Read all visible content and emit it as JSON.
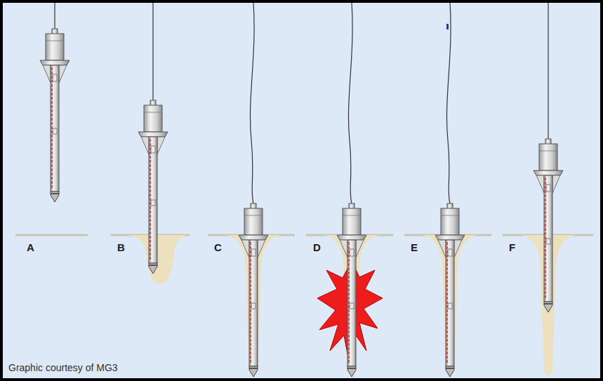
{
  "diagram": {
    "labels": [
      "A",
      "B",
      "C",
      "D",
      "E",
      "F",
      "Graphic courtesy of MG3"
    ]
  }
}
